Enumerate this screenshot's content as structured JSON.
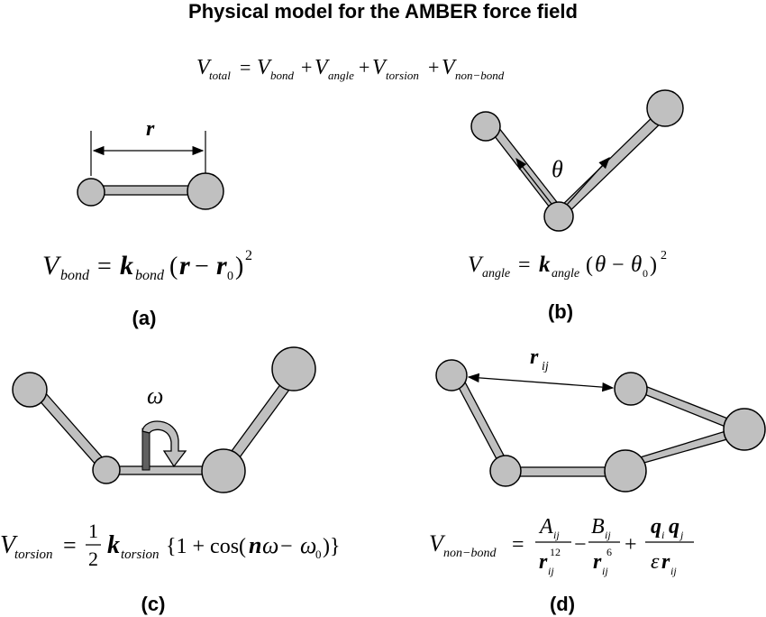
{
  "title": "Physical model for the AMBER force field",
  "labels": {
    "a": "(a)",
    "b": "(b)",
    "c": "(c)",
    "d": "(d)"
  },
  "symbols": {
    "r": "r",
    "theta": "θ",
    "omega": "ω",
    "r_ij": "r",
    "r_ij_sub": "ij"
  },
  "equations": {
    "total": "V_total = V_bond + V_angle + V_torsion + V_non-bond",
    "bond": "V_bond = k_bond (r − r_0)^2",
    "angle": "V_angle = k_angle (θ − θ_0)^2",
    "torsion": "V_torsion = 1/2 k_torsion {1 + cos(nω − ω_0)}",
    "nonbond": "V_non-bond = A_ij/r_ij^12 − B_ij/r_ij^6 + q_i q_j/εr_ij"
  },
  "colors": {
    "atom": "#c0c0c0",
    "bond": "#c0c0c0",
    "outline": "#000000",
    "arrow": "#606060"
  }
}
